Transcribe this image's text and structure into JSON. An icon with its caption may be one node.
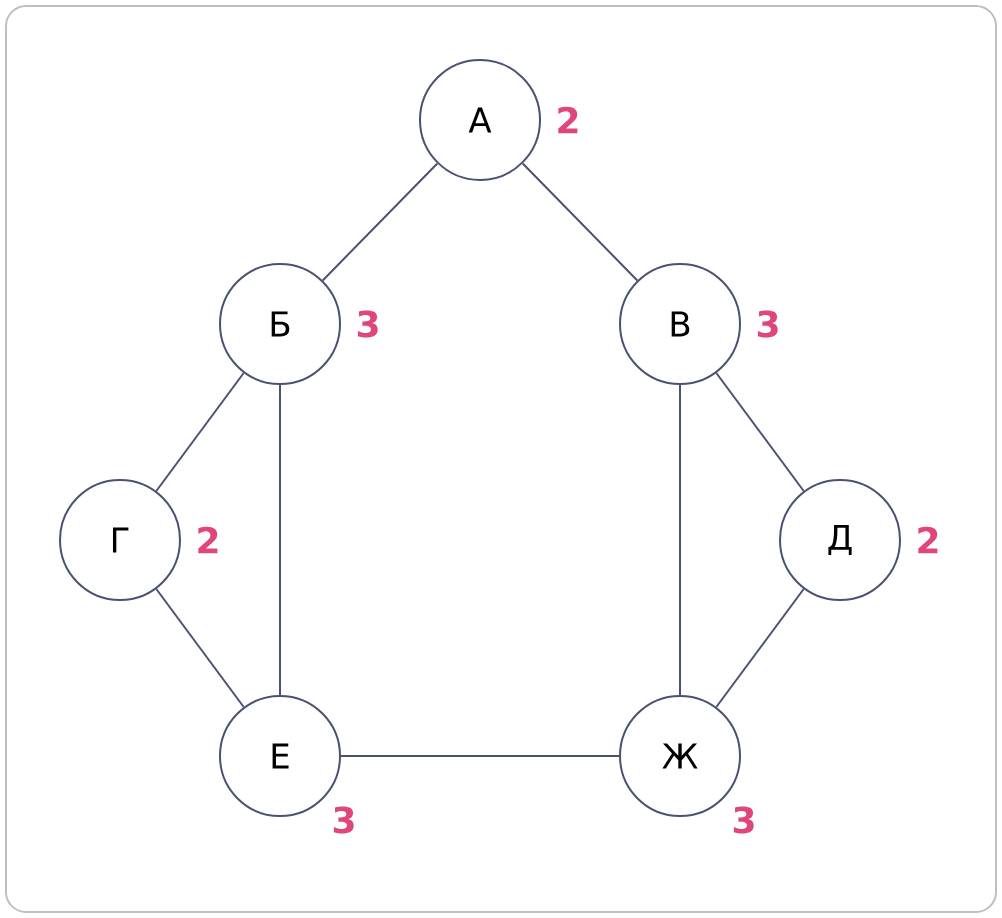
{
  "diagram": {
    "nodes": [
      {
        "text": [
          "А"
        ],
        "beside": [
          "2"
        ]
      },
      {
        "text": [
          "Б"
        ],
        "beside": [
          "3"
        ]
      },
      {
        "text": [
          "В"
        ],
        "beside": [
          "3"
        ]
      },
      {
        "text": [
          "Г"
        ],
        "beside": [
          "2"
        ]
      },
      {
        "text": [
          "Д"
        ],
        "beside": [
          "2"
        ]
      },
      {
        "text": [
          "Е"
        ],
        "beside": [
          "3"
        ]
      },
      {
        "text": [
          "Ж"
        ],
        "beside": [
          "3"
        ]
      }
    ],
    "edges": [
      {
        "from": 0,
        "to": 1,
        "arrow": "none"
      },
      {
        "from": 0,
        "to": 2,
        "arrow": "none"
      },
      {
        "from": 1,
        "to": 3,
        "arrow": "none"
      },
      {
        "from": 1,
        "to": 5,
        "arrow": "none"
      },
      {
        "from": 3,
        "to": 5,
        "arrow": "none"
      },
      {
        "from": 2,
        "to": 4,
        "arrow": "none"
      },
      {
        "from": 2,
        "to": 6,
        "arrow": "none"
      },
      {
        "from": 4,
        "to": 6,
        "arrow": "none"
      },
      {
        "from": 5,
        "to": 6,
        "arrow": "none"
      }
    ]
  }
}
